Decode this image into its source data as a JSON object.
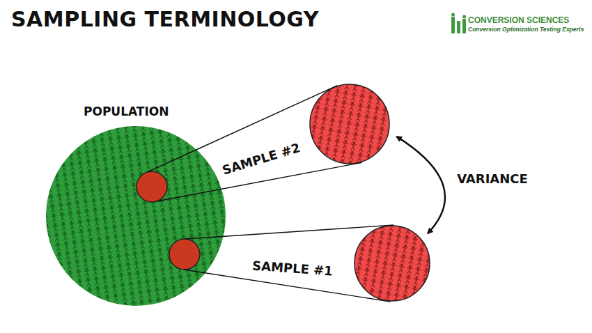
{
  "diagram": {
    "title": "SAMPLING TERMINOLOGY",
    "nodes": [
      {
        "text": [
          "POPULATION"
        ]
      },
      {
        "text": [
          "SAMPLE #2"
        ]
      },
      {
        "text": [
          "SAMPLE #1"
        ]
      }
    ],
    "edges": [
      {
        "from": 1,
        "to": 2,
        "arrow": "both",
        "label": "VARIANCE"
      }
    ],
    "labels": [
      "CONVERSION SCIENCES",
      "Conversion Optimization Testing Experts"
    ]
  }
}
